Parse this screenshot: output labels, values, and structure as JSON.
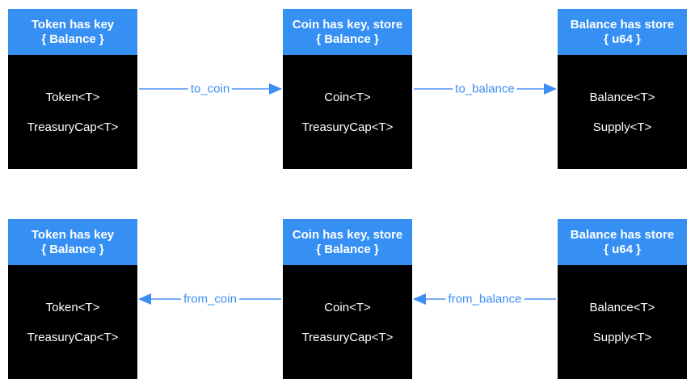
{
  "diagram": {
    "colors": {
      "header_blue": "#3690f4",
      "arrow_blue": "#3e8df2",
      "line_blue": "#7caef5",
      "body_black": "#000000",
      "text_white": "#ffffff"
    },
    "rows": [
      {
        "nodes": [
          {
            "title1": "Token has key",
            "title2": "{ Balance }",
            "fields": [
              "Token<T>",
              "TreasuryCap<T>"
            ]
          },
          {
            "title1": "Coin has key, store",
            "title2": "{ Balance }",
            "fields": [
              "Coin<T>",
              "TreasuryCap<T>"
            ]
          },
          {
            "title1": "Balance has store",
            "title2": "{ u64 }",
            "fields": [
              "Balance<T>",
              "Supply<T>"
            ]
          }
        ],
        "connectors": [
          {
            "label": "to_coin",
            "direction": "right"
          },
          {
            "label": "to_balance",
            "direction": "right"
          }
        ]
      },
      {
        "nodes": [
          {
            "title1": "Token has key",
            "title2": "{ Balance }",
            "fields": [
              "Token<T>",
              "TreasuryCap<T>"
            ]
          },
          {
            "title1": "Coin has key, store",
            "title2": "{ Balance }",
            "fields": [
              "Coin<T>",
              "TreasuryCap<T>"
            ]
          },
          {
            "title1": "Balance has store",
            "title2": "{ u64 }",
            "fields": [
              "Balance<T>",
              "Supply<T>"
            ]
          }
        ],
        "connectors": [
          {
            "label": "from_coin",
            "direction": "left"
          },
          {
            "label": "from_balance",
            "direction": "left"
          }
        ]
      }
    ]
  }
}
